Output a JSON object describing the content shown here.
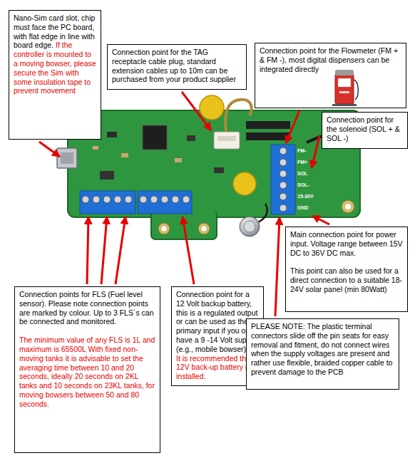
{
  "diagram": {
    "nodes": [
      {
        "text": [
          "Nano-Sim card slot, chip must face the PC board, with flat edge in line with board edge.",
          "If the controller is mounted to a moving bowser, please secure the Sim with some insulation tape to prevent movement"
        ]
      },
      {
        "text": [
          "Connection point for the TAG receptacle cable plug, standard extension cables up to 10m can be purchased from your product supplier"
        ]
      },
      {
        "text": [
          "Connection point for the Flowmeter (FM + & FM -), most digital dispensers can be integrated directly"
        ]
      },
      {
        "text": [
          "Connection point for the solenoid (SOL + & SOL -)"
        ]
      },
      {
        "text": [
          "Main connection point for power input. Voltage range between 15V DC to 36V DC max.",
          "This point can also be used for a direct connection to a suitable 18-24V solar panel (min 80Watt)"
        ]
      },
      {
        "text": [
          "Connection points for FLS (Fuel level sensor). Please note connection points are marked by colour. Up to 3 FLS`s can be connected and monitored.",
          "The minimum value of any FLS is 1L and maximum is 65500L With fixed non-moving tanks it is advisable to set the averaging time between 10 and 20 seconds, ideally 20 seconds on 2KL tanks and 10 seconds on 23KL tanks, for moving bowsers between 50 and 80 seconds."
        ]
      },
      {
        "text": [
          "Connection point for a 12 Volt backup battery, this is a regulated output or can be used as the primary input if you only have a 9 -14 Volt supply (e.g., mobile bowser).",
          "It is recommended that a 12V back-up battery is installed."
        ]
      },
      {
        "text": [
          "PLEASE NOTE: The plastic terminal connectors slide off the pin seats for easy removal and fitment, do not connect wires when the supply voltages are present and rather use flexible, braided copper cable to prevent damage to the PCB"
        ]
      }
    ],
    "labels": [
      "FM-",
      "FM+",
      "SOL",
      "SOL-",
      "15-30V",
      "GND"
    ]
  }
}
